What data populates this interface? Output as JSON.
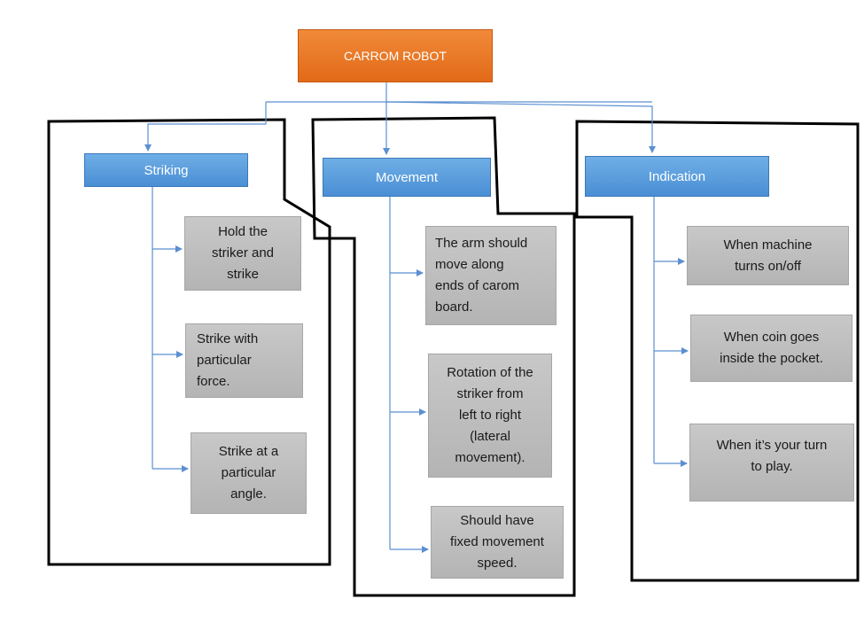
{
  "diagram": {
    "root": {
      "label": "CARROM ROBOT",
      "color": "#e8751f"
    },
    "categories": [
      {
        "label": "Striking",
        "items": [
          "Hold the\nstriker and\nstrike",
          "Strike with\nparticular\nforce.",
          "Strike at a\nparticular\nangle."
        ]
      },
      {
        "label": "Movement",
        "items": [
          "The arm should\nmove along\nends of carom\nboard.",
          "Rotation of the\nstriker from\nleft to right\n(lateral\nmovement).",
          "Should have\nfixed movement\nspeed."
        ]
      },
      {
        "label": "Indication",
        "items": [
          "When machine\nturns on/off",
          "When coin goes\ninside the pocket.",
          "When it’s your turn\nto play."
        ]
      }
    ],
    "colors": {
      "header": "#4f94d8",
      "leaf": "#bfbfbf",
      "connector": "#5b8fd0",
      "outline": "#000000"
    }
  }
}
